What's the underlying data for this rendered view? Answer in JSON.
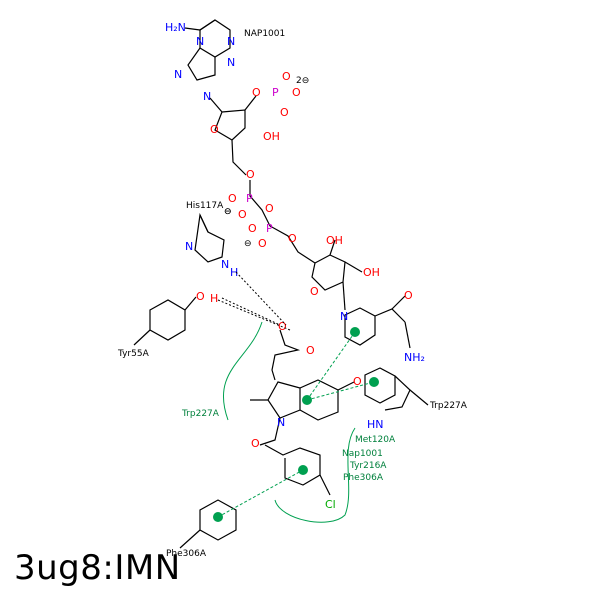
{
  "title": "3ug8:IMN",
  "labels": {
    "nap": "NAP1001",
    "his": "His117A",
    "tyr55": "Tyr55A",
    "phe306": "Phe306A",
    "trp_right": "Trp227A",
    "trp_green": "Trp227A",
    "met": "Met120A",
    "nap_green": "Nap1001",
    "tyr216": "Tyr216A",
    "phe306_green": "Phe306A",
    "charge": "2⊖"
  },
  "atoms": {
    "nh2_top": "H₂N",
    "nh2_bottom": "NH₂",
    "n": "N",
    "o": "O",
    "oh": "OH",
    "ho": "HO",
    "p": "P",
    "h": "H",
    "cl": "Cl",
    "hn": "HN",
    "minus": "⊖"
  },
  "colors": {
    "nitrogen": "#0000ff",
    "oxygen": "#ff0000",
    "phosphorus": "#cc00cc",
    "chlorine": "#00aa00",
    "interaction": "#00a050"
  }
}
